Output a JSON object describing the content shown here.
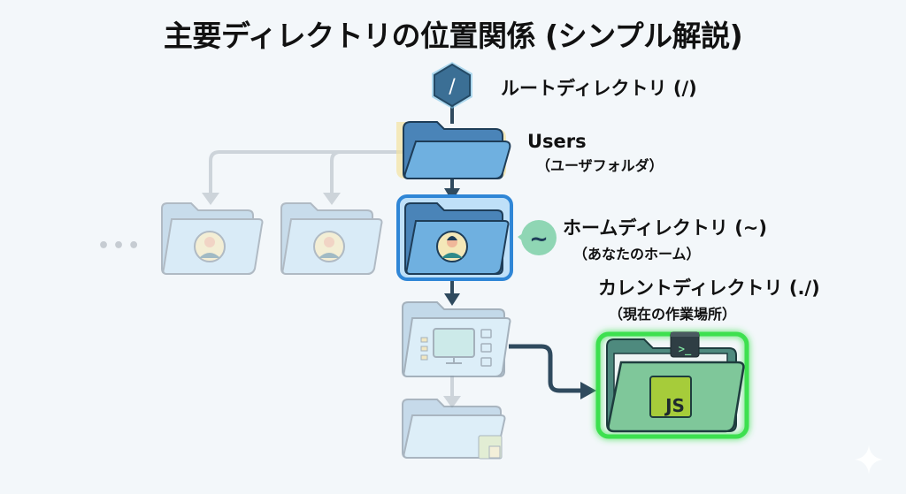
{
  "title": "主要ディレクトリの位置関係 (シンプル解説)",
  "nodes": {
    "root": {
      "main": "ルートディレクトリ (/)",
      "icon_text": "/"
    },
    "users": {
      "main": "Users",
      "sub": "（ユーザフォルダ）"
    },
    "home": {
      "main": "ホームディレクトリ (~)",
      "sub": "（あなたのホーム）",
      "badge": "~"
    },
    "current": {
      "main": "カレントディレクトリ (./)",
      "sub": "（現在の作業場所）",
      "badge": "JS",
      "terminal_prompt": ">_"
    },
    "ellipsis": "•••"
  },
  "colors": {
    "root_hex": "#3b6f95",
    "users_folder": "#5b9bd5",
    "users_highlight": "#f3e3a0",
    "home_highlight": "#2f86d6",
    "current_glow": "#3ee04f",
    "current_folder": "#7fc79a",
    "js_badge": "#a6cc3a",
    "arrow_dark": "#2f4a5e",
    "arrow_light": "#c9d1d8"
  }
}
